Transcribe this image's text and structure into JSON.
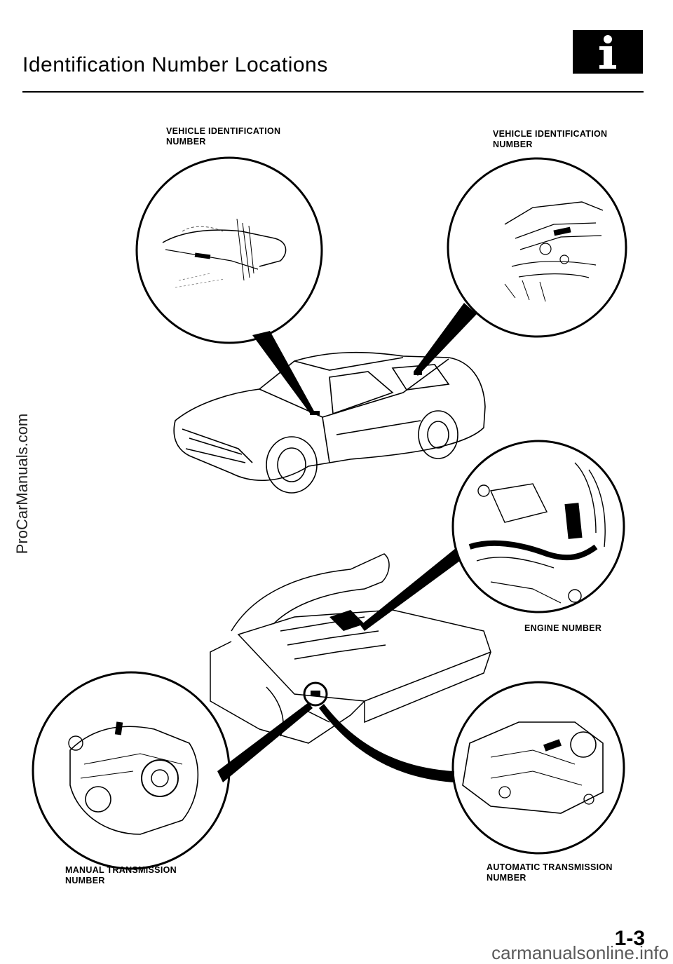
{
  "header": {
    "title": "Identification Number Locations",
    "badge_icon": "info-icon"
  },
  "callouts": {
    "vin_windshield": "VEHICLE IDENTIFICATION\nNUMBER",
    "vin_engine_bay": "VEHICLE IDENTIFICATION\nNUMBER",
    "engine_number": "ENGINE NUMBER",
    "manual_transmission": "MANUAL TRANSMISSION\nNUMBER",
    "automatic_transmission": "AUTOMATIC TRANSMISSION\nNUMBER"
  },
  "footer": {
    "page_number": "1-3",
    "watermark_bottom": "carmanualsonline.info"
  },
  "side_watermark": "ProCarManuals.com"
}
